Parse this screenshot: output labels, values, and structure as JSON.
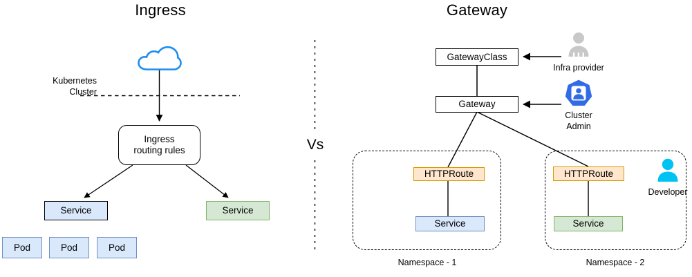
{
  "diagram": {
    "left_title": "Ingress",
    "right_title": "Gateway",
    "divider_label": "Vs"
  },
  "ingress": {
    "cloud_icon": "cloud-icon",
    "cluster_boundary_label": "Kubernetes\nCluster",
    "routing_box_label": "Ingress\nrouting rules",
    "service_blue_label": "Service",
    "service_green_label": "Service",
    "pods": [
      {
        "label": "Pod"
      },
      {
        "label": "Pod"
      },
      {
        "label": "Pod"
      }
    ]
  },
  "gateway": {
    "gatewayclass_label": "GatewayClass",
    "gateway_label": "Gateway",
    "personas": [
      {
        "name": "infra-provider",
        "caption": "Infra provider",
        "icon": "person-gray-icon"
      },
      {
        "name": "cluster-admin",
        "caption": "Cluster\nAdmin",
        "icon": "kubernetes-user-icon"
      },
      {
        "name": "developer",
        "caption": "Developer",
        "icon": "person-cyan-icon"
      }
    ],
    "namespaces": [
      {
        "caption": "Namespace - 1",
        "httproute_label": "HTTPRoute",
        "service_label": "Service",
        "service_color": "blue"
      },
      {
        "caption": "Namespace - 2",
        "httproute_label": "HTTPRoute",
        "service_label": "Service",
        "service_color": "green"
      }
    ]
  },
  "colors": {
    "blue_fill": "#dae8fc",
    "blue_stroke": "#6c8ebf",
    "green_fill": "#d5e8d4",
    "green_stroke": "#82b366",
    "orange_fill": "#ffe6cc",
    "orange_stroke": "#d79b00",
    "cloud_stroke": "#1f8ded",
    "k8s_blue": "#326ce5",
    "developer_cyan": "#00c2f3",
    "gray_person": "#c8c8c8",
    "line": "#000000"
  }
}
